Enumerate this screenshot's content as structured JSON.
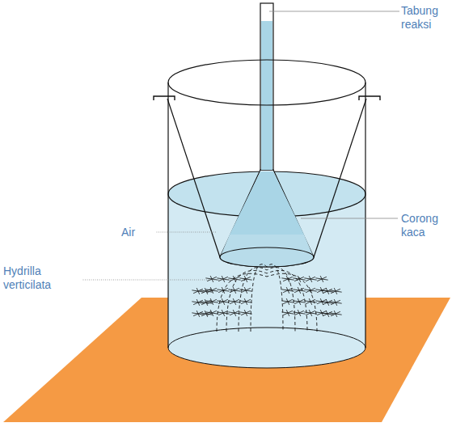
{
  "diagram": {
    "labels": [
      "Tabung reaksi",
      "Air",
      "Corong kaca",
      "Hydrilla verticilata"
    ]
  }
}
